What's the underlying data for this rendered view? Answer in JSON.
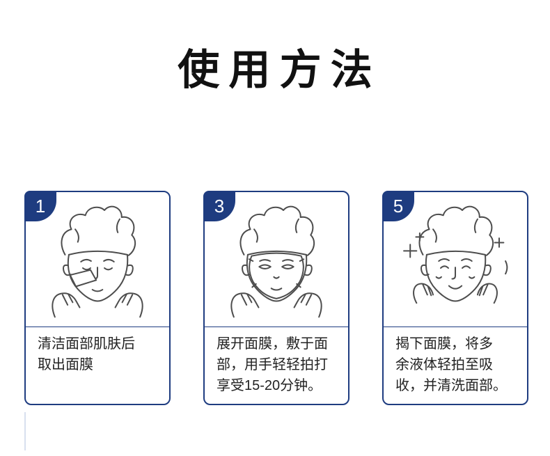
{
  "page": {
    "title": "使用方法"
  },
  "colors": {
    "accent": "#1e3c80",
    "line_art": "#4d4d4d",
    "text": "#222222"
  },
  "steps": [
    {
      "number": "1",
      "text": "清洁面部肌肤后\n取出面膜",
      "illustration": "face-cleansing-with-towel"
    },
    {
      "number": "3",
      "text": "展开面膜，敷于面\n部，用手轻轻拍打\n享受15-20分钟。",
      "illustration": "face-wearing-sheet-mask"
    },
    {
      "number": "5",
      "text": "揭下面膜，将多\n余液体轻拍至吸\n收，并清洗面部。",
      "illustration": "smiling-clean-face-with-sparkles"
    }
  ]
}
